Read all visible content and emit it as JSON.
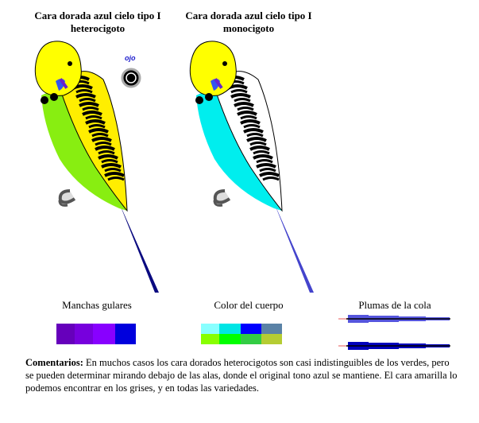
{
  "birds": [
    {
      "title_line1": "Cara dorada azul cielo tipo I",
      "title_line2": "heterocigoto",
      "head": "#ffff00",
      "body": "#88ee11",
      "cheek": "#6622cc",
      "tail": "#0a0a80",
      "wing_bars": "#ffee00"
    },
    {
      "title_line1": "Cara dorada azul cielo tipo I",
      "title_line2": "monocigoto",
      "head": "#ffff00",
      "body": "#00eeee",
      "cheek": "#6622cc",
      "tail": "#4444cc",
      "wing_bars": "#ffffff"
    }
  ],
  "eye_label": "ojo",
  "legend": {
    "gular": {
      "label": "Manchas gulares",
      "colors": [
        "#6600bb",
        "#7700dd",
        "#8800ff",
        "#0000dd"
      ]
    },
    "body": {
      "label": "Color del cuerpo",
      "top": [
        "#88ffff",
        "#00e5e5",
        "#0000ff",
        "#5a82a6"
      ],
      "bottom": [
        "#88ff00",
        "#00ff00",
        "#33cc44",
        "#b5cc33"
      ]
    },
    "tail": {
      "label": "Plumas de la cola",
      "colors": [
        "#5555dd",
        "#0000bb"
      ]
    }
  },
  "comments": {
    "label": "Comentarios:",
    "text": " En muchos casos los cara dorados heterocigotos son casi indistinguibles de los verdes, pero se pueden determinar mirando debajo de las alas, donde el original tono azul se mantiene. El cara amarilla lo podemos encontrar en los grises, y en todas las variedades."
  }
}
